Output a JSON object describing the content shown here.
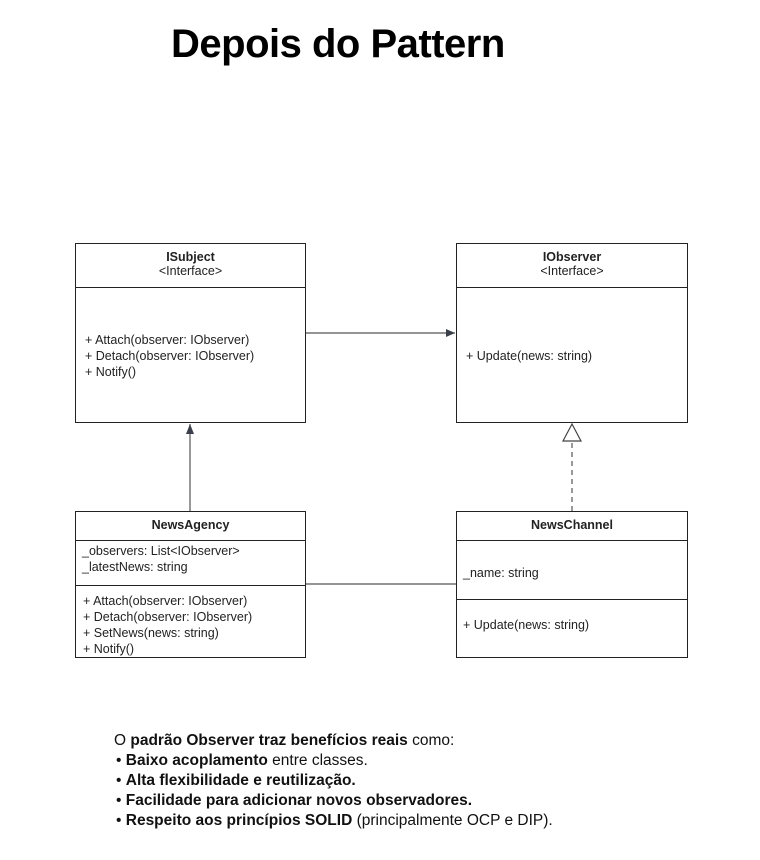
{
  "title": "Depois do Pattern",
  "classes": {
    "isubject": {
      "name": "ISubject",
      "stereotype": "<Interface>",
      "operations": [
        "+ Attach(observer: IObserver)",
        "+ Detach(observer: IObserver)",
        "+ Notify()"
      ]
    },
    "iobserver": {
      "name": "IObserver",
      "stereotype": "<Interface>",
      "operations": [
        "+ Update(news: string)"
      ]
    },
    "newsagency": {
      "name": "NewsAgency",
      "attributes": [
        "_observers: List<IObserver>",
        "_latestNews: string"
      ],
      "operations": [
        "+ Attach(observer: IObserver)",
        "+ Detach(observer: IObserver)",
        "+ SetNews(news: string)",
        "+ Notify()"
      ]
    },
    "newschannel": {
      "name": "NewsChannel",
      "attributes": [
        "_name: string"
      ],
      "operations": [
        "+ Update(news: string)"
      ]
    }
  },
  "relationships": [
    {
      "from": "ISubject",
      "to": "IObserver",
      "type": "association"
    },
    {
      "from": "NewsAgency",
      "to": "ISubject",
      "type": "realization"
    },
    {
      "from": "NewsChannel",
      "to": "IObserver",
      "type": "realization-dashed"
    },
    {
      "from": "NewsAgency",
      "to": "NewsChannel",
      "type": "association"
    }
  ],
  "benefits": {
    "intro_prefix": "O ",
    "intro_bold": "padrão Observer traz benefícios reais",
    "intro_suffix": " como:",
    "items": [
      {
        "bullet": "•",
        "bold": "Baixo acoplamento",
        "rest": " entre classes."
      },
      {
        "bullet": "•",
        "bold": "Alta flexibilidade e reutilização.",
        "rest": ""
      },
      {
        "bullet": "•",
        "bold": "Facilidade para adicionar novos observadores.",
        "rest": ""
      },
      {
        "bullet": "•",
        "bold": "Respeito aos princípios SOLID",
        "rest": " (principalmente OCP e DIP)."
      }
    ]
  }
}
